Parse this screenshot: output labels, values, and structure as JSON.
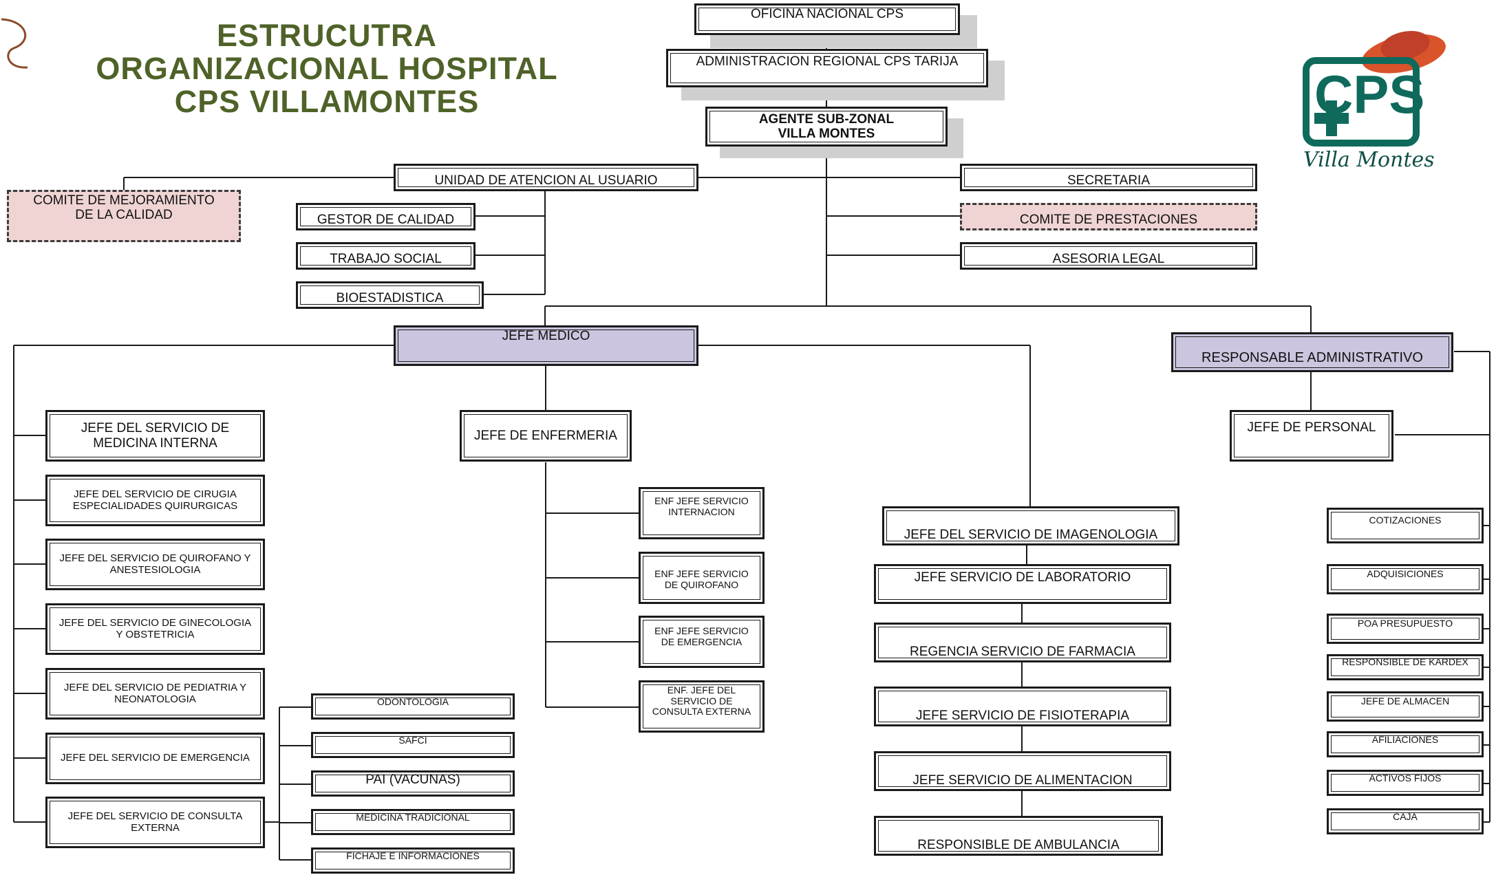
{
  "title": {
    "line1": "ESTRUCUTRA",
    "line2": "ORGANIZACIONAL HOSPITAL",
    "line3": "CPS VILLAMONTES"
  },
  "logo": {
    "text": "CPS",
    "script": "Villa Montes",
    "icon": "cps-cross-hat-logo"
  },
  "colors": {
    "title": "#4f6228",
    "lavender": "#ccc5df",
    "pink": "#f0d4d4",
    "shadow": "#cfcfcf",
    "line": "#1a1a1a"
  },
  "nodes": {
    "oficina": "OFICINA NACIONAL CPS",
    "admin_regional": "ADMINISTRACION REGIONAL CPS TARIJA",
    "agente": "AGENTE SUB-ZONAL\nVILLA MONTES",
    "unidad_atencion": "UNIDAD DE ATENCION AL USUARIO",
    "comite_calidad": "COMITE DE MEJORAMIENTO\nDE LA CALIDAD",
    "gestor_calidad": "GESTOR DE CALIDAD",
    "trabajo_social": "TRABAJO SOCIAL",
    "bioestadistica": "BIOESTADISTICA",
    "secretaria": "SECRETARIA",
    "comite_prestaciones": "COMITE DE PRESTACIONES",
    "asesoria_legal": "ASESORIA LEGAL",
    "jefe_medico": "JEFE MEDICO",
    "resp_admin": "RESPONSABLE ADMINISTRATIVO",
    "medicina_interna": "JEFE DEL SERVICIO DE\nMEDICINA INTERNA",
    "cirugia": "JEFE DEL SERVICIO DE CIRUGIA\nESPECIALIDADES QUIRURGICAS",
    "quirofano": "JEFE DEL SERVICIO DE QUIROFANO Y\nANESTESIOLOGIA",
    "ginecologia": "JEFE DEL SERVICIO DE GINECOLOGIA\nY OBSTETRICIA",
    "pediatria": "JEFE DEL SERVICIO DE PEDIATRIA Y\nNEONATOLOGIA",
    "emergencia": "JEFE DEL SERVICIO DE EMERGENCIA",
    "consulta_externa": "JEFE DEL SERVICIO DE CONSULTA\nEXTERNA",
    "odontologia": "ODONTOLOGIA",
    "safci": "SAFCI",
    "pai": "PAI (VACUNAS)",
    "medicina_tradicional": "MEDICINA TRADICIONAL",
    "fichaje": "FICHAJE E INFORMACIONES",
    "jefe_enfermeria": "JEFE DE ENFERMERIA",
    "enf_internacion": "ENF JEFE SERVICIO\nINTERNACION",
    "enf_quirofano": "ENF JEFE SERVICIO\nDE QUIROFANO",
    "enf_emergencia": "ENF JEFE SERVICIO\nDE EMERGENCIA",
    "enf_consulta": "ENF. JEFE DEL\nSERVICIO DE\nCONSULTA EXTERNA",
    "imagenologia": "JEFE DEL SERVICIO DE IMAGENOLOGIA",
    "laboratorio": "JEFE SERVICIO DE LABORATORIO",
    "farmacia": "REGENCIA SERVICIO DE FARMACIA",
    "fisioterapia": "JEFE SERVICIO DE FISIOTERAPIA",
    "alimentacion": "JEFE SERVICIO DE ALIMENTACION",
    "ambulancia": "RESPONSIBLE DE AMBULANCIA",
    "jefe_personal": "JEFE DE PERSONAL",
    "cotizaciones": "COTIZACIONES",
    "adquisiciones": "ADQUISICIONES",
    "poa": "POA  PRESUPUESTO",
    "kardex": "RESPONSIBLE DE KARDEX",
    "almacen": "JEFE DE ALMACEN",
    "afiliaciones": "AFILIACIONES",
    "activos": "ACTIVOS FIJOS",
    "caja": "CAJA"
  }
}
